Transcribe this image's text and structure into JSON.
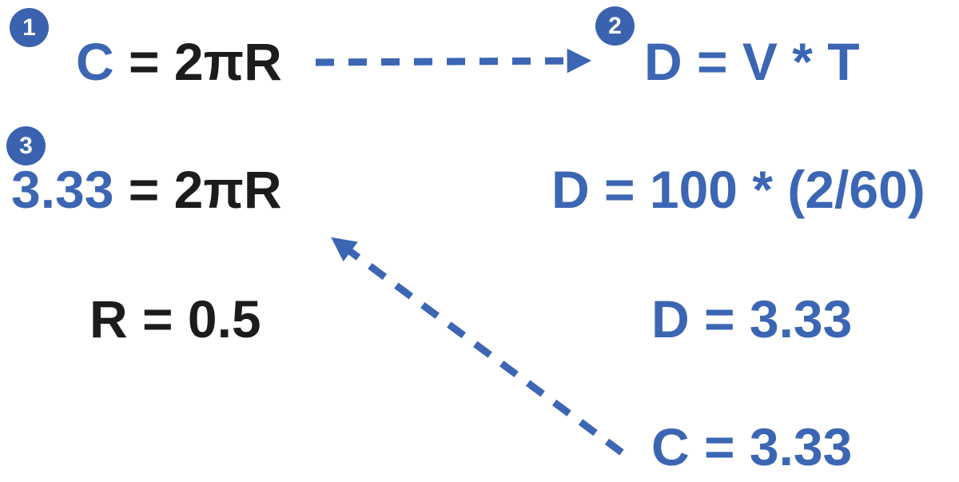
{
  "diagram_title": "circumference-and-distance-steps",
  "colors": {
    "blue": "#3c66b4",
    "black": "#1c1c1c",
    "badge": "#3a62ae",
    "background": "#ffffff"
  },
  "badges": [
    {
      "label": "1"
    },
    {
      "label": "2"
    },
    {
      "label": "3"
    }
  ],
  "formulas": {
    "circumference": {
      "lhs": "C",
      "rhs": " = 2πR"
    },
    "distance": {
      "text": "D = V * T"
    },
    "circumference_value": {
      "lhs": "3.33",
      "rhs": " = 2πR"
    },
    "distance_calc": {
      "text": "D = 100 * (2/60)"
    },
    "radius_result": {
      "text": "R = 0.5"
    },
    "distance_result": {
      "text": "D = 3.33"
    },
    "circumference_result": {
      "text": "C = 3.33"
    }
  },
  "icons": {
    "step_flow_arrow": "dashed-arrow-right-icon",
    "value_transfer_arrow": "dashed-arrow-up-left-icon"
  }
}
